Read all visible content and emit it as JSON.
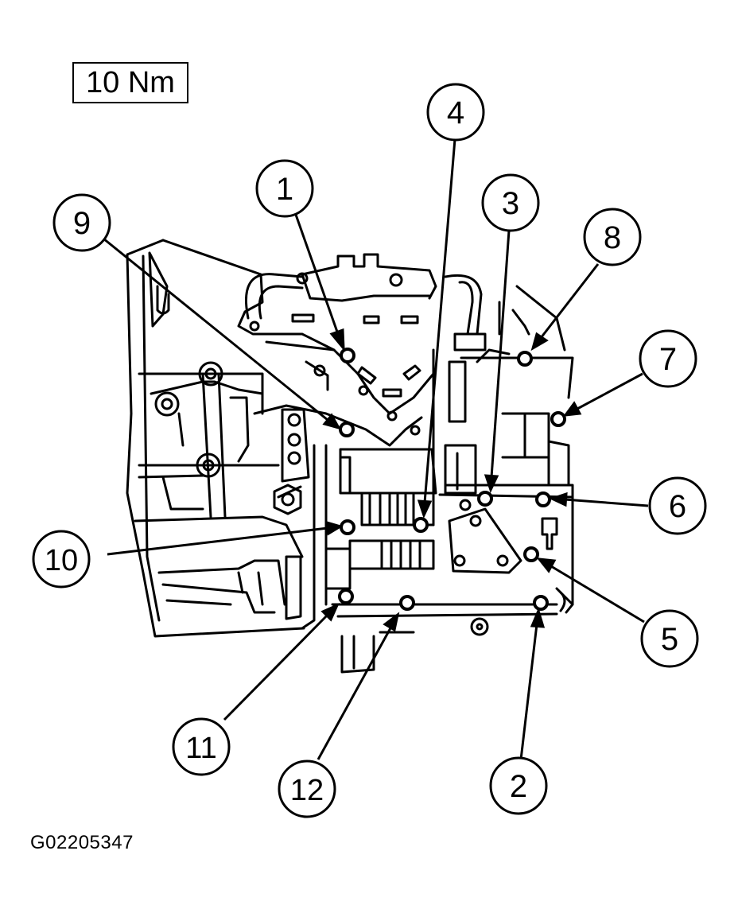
{
  "torque_label": "10 Nm",
  "figure_id": "G02205347",
  "callouts": [
    "1",
    "2",
    "3",
    "4",
    "5",
    "6",
    "7",
    "8",
    "9",
    "10",
    "11",
    "12"
  ]
}
